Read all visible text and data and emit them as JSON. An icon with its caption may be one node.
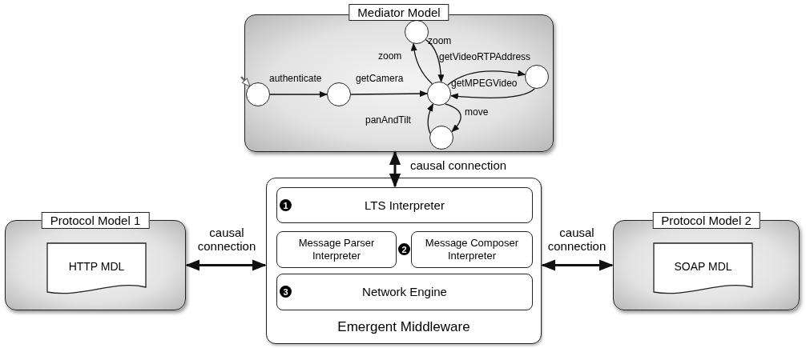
{
  "diagram": {
    "nodes": [
      {
        "text": [
          "Mediator Model"
        ]
      },
      {
        "text": [],
        "shape": "circle",
        "in": 0
      },
      {
        "text": [],
        "shape": "circle",
        "in": 0
      },
      {
        "text": [],
        "shape": "circle",
        "in": 0
      },
      {
        "text": [],
        "shape": "circle",
        "in": 0
      },
      {
        "text": [],
        "shape": "circle",
        "in": 0
      },
      {
        "text": [],
        "shape": "circle",
        "in": 0
      },
      {
        "text": [
          "Protocol Model 1"
        ]
      },
      {
        "text": [
          "HTTP MDL"
        ],
        "in": 7
      },
      {
        "text": [
          "Emergent Middleware"
        ]
      },
      {
        "text": [
          "LTS Interpreter"
        ],
        "in": 9
      },
      {
        "text": [
          "Message Parser Interpreter"
        ],
        "in": 9
      },
      {
        "text": [
          "Message Composer Interpreter"
        ],
        "in": 9
      },
      {
        "text": [
          "Network Engine"
        ],
        "in": 9
      },
      {
        "text": [
          "Protocol Model 2"
        ]
      },
      {
        "text": [
          "SOAP MDL"
        ],
        "in": 14
      }
    ],
    "edges": [
      {
        "from": null,
        "to": 1,
        "arrow": "to"
      },
      {
        "from": 1,
        "to": 2,
        "arrow": "to",
        "label": "authenticate"
      },
      {
        "from": 2,
        "to": 3,
        "arrow": "to",
        "label": "getCamera"
      },
      {
        "from": 3,
        "to": 4,
        "arrow": "to",
        "label": "zoom"
      },
      {
        "from": 4,
        "to": 3,
        "arrow": "to",
        "label": "zoom"
      },
      {
        "from": 3,
        "to": 5,
        "arrow": "to",
        "label": "getVideoRTPAddress"
      },
      {
        "from": 5,
        "to": 3,
        "arrow": "to",
        "label": "getMPEGVideo"
      },
      {
        "from": 3,
        "to": 6,
        "arrow": "to",
        "label": "move"
      },
      {
        "from": 6,
        "to": 3,
        "arrow": "to",
        "label": "panAndTilt"
      },
      {
        "from": 10,
        "to": 0,
        "arrow": "both",
        "style": "thick",
        "label": "causal connection"
      },
      {
        "from": 7,
        "to": 9,
        "arrow": "both",
        "style": "thick",
        "label": "causal connection"
      },
      {
        "from": 9,
        "to": 14,
        "arrow": "both",
        "style": "thick",
        "label": "causal connection"
      }
    ],
    "labels": [
      "1",
      "2",
      "3"
    ]
  }
}
